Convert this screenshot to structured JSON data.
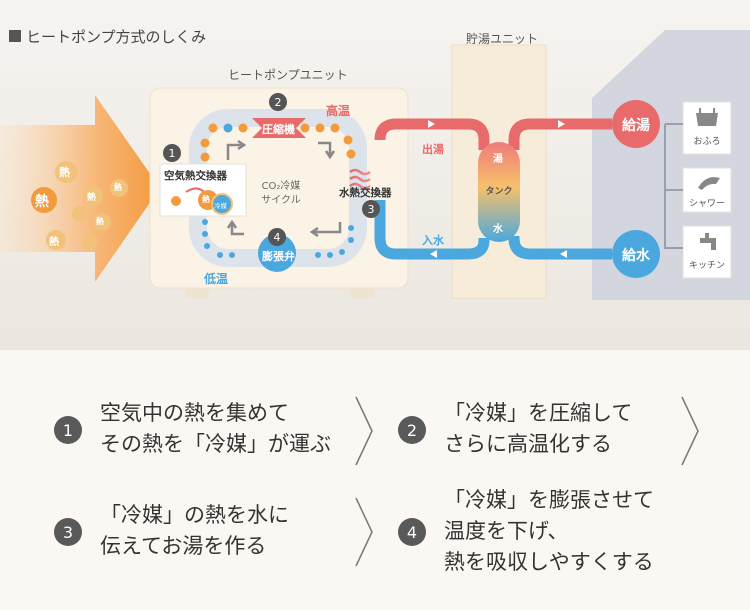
{
  "diagram": {
    "title": "ヒートポンプ方式のしくみ",
    "heatpump_unit_label": "ヒートポンプユニット",
    "storage_unit_label": "貯湯ユニット",
    "heat_label": "熱",
    "nodes": {
      "air_exchanger": {
        "number": "1",
        "label": "空気熱交換器",
        "heat": "熱",
        "refrigerant": "冷媒"
      },
      "compressor": {
        "number": "2",
        "label": "圧縮機"
      },
      "water_exchanger": {
        "number": "3",
        "label": "水熱交換器"
      },
      "expansion_valve": {
        "number": "4",
        "label": "膨張弁"
      }
    },
    "cycle_label": "CO₂冷媒\nサイクル",
    "high_temp": "高温",
    "low_temp": "低温",
    "hot_out": "出湯",
    "water_in": "入水",
    "tank": {
      "top": "湯",
      "middle": "タンク",
      "bottom": "水"
    },
    "hot_supply": "給湯",
    "water_supply": "給水",
    "fixtures": [
      {
        "label": "おふろ",
        "icon": "bathtub-icon"
      },
      {
        "label": "シャワー",
        "icon": "shower-icon"
      },
      {
        "label": "キッチン",
        "icon": "faucet-icon"
      }
    ],
    "colors": {
      "hot": "#e96a6a",
      "cold": "#4aa8df",
      "heat": "#f39a3c"
    }
  },
  "steps": [
    {
      "number": "1",
      "text": "空気中の熱を集めて\nその熱を「冷媒」が運ぶ"
    },
    {
      "number": "2",
      "text": "「冷媒」を圧縮して\nさらに高温化する"
    },
    {
      "number": "3",
      "text": "「冷媒」の熱を水に\n伝えてお湯を作る"
    },
    {
      "number": "4",
      "text": "「冷媒」を膨張させて\n温度を下げ、\n熱を吸収しやすくする"
    }
  ]
}
